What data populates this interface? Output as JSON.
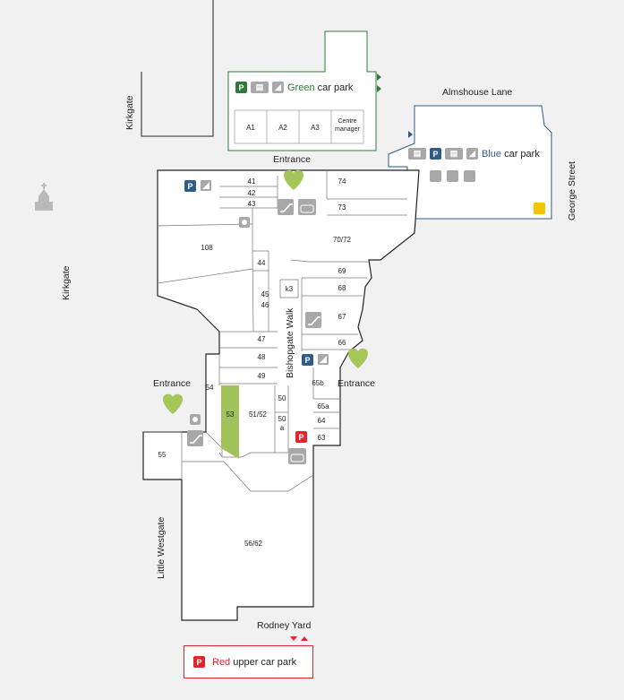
{
  "streets": {
    "kirkgate_top": "Kirkgate",
    "kirkgate_left": "Kirkgate",
    "almshouse_lane": "Almshouse Lane",
    "george_street": "George Street",
    "little_westgate": "Little Westgate",
    "bishopgate_walk": "Bishopgate Walk",
    "rodney_yard": "Rodney Yard"
  },
  "entrances": {
    "top": "Entrance",
    "left": "Entrance",
    "right": "Entrance"
  },
  "car_parks": {
    "green": {
      "color_word": "Green",
      "suffix": " car park",
      "color": "#2f7a3b"
    },
    "blue": {
      "color_word": "Blue",
      "suffix": " car park",
      "color": "#2f5b88"
    },
    "red": {
      "color_word": "Red",
      "suffix": " upper car park",
      "color": "#e0262b"
    }
  },
  "green_units": [
    "A1",
    "A2",
    "A3",
    "Centre manager"
  ],
  "units": {
    "u41": "41",
    "u42": "42",
    "u43": "43",
    "u74": "74",
    "u73": "73",
    "u108": "108",
    "u7072": "70/72",
    "u44": "44",
    "u69": "69",
    "u45": "45",
    "u46": "46",
    "uk3": "k3",
    "u68": "68",
    "u67": "67",
    "u66": "66",
    "u47": "47",
    "u48": "48",
    "u49": "49",
    "u54": "54",
    "u65b": "65b",
    "u50": "50",
    "u53": "53",
    "u5152": "51/52",
    "u50a": "50",
    "u50a2": "a",
    "u65a": "65a",
    "u64": "64",
    "u63": "63",
    "u55": "55",
    "u5662": "56/62"
  },
  "icons": {
    "parking": "P",
    "colors": {
      "entrance": "#a5c75a",
      "highlight_unit": "#9fc35a",
      "outline": "#222222",
      "icon_grey": "#a8a8a8"
    }
  }
}
